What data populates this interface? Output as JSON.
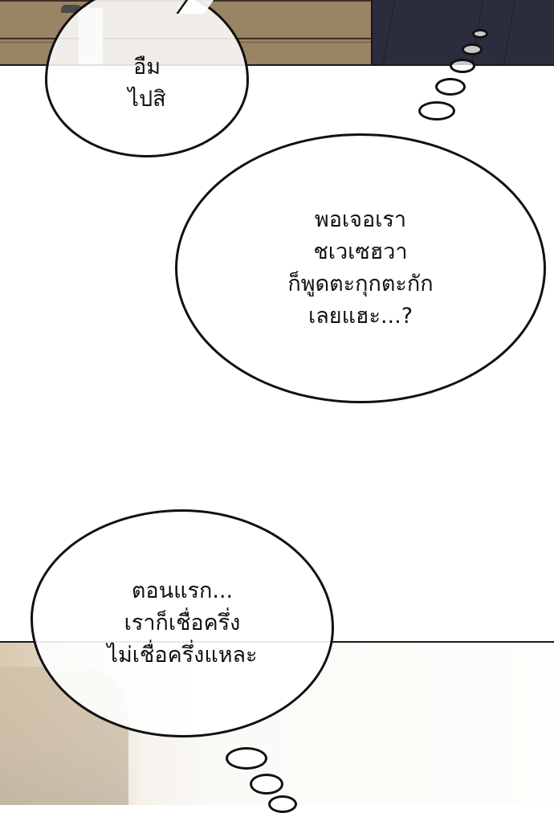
{
  "comic": {
    "panels": [
      {
        "id": "top",
        "description": "shelf and dark coat background"
      },
      {
        "id": "bottom",
        "description": "beige blurred figure background"
      }
    ],
    "bubbles": [
      {
        "id": "bubble-1",
        "type": "speech",
        "lines": [
          "อืม",
          "ไปสิ"
        ]
      },
      {
        "id": "bubble-2",
        "type": "thought",
        "lines": [
          "พอเจอเรา",
          "ชเวเซฮวา",
          "ก็พูดตะกุกตะกัก",
          "เลยแฮะ...?"
        ]
      },
      {
        "id": "bubble-3",
        "type": "thought",
        "lines": [
          "ตอนแรก...",
          "เราก็เชื่อครึ่ง",
          "ไม่เชื่อครึ่งแหละ"
        ]
      }
    ],
    "colors": {
      "shelf": "#9a8466",
      "coat": "#2c2d3c",
      "outline": "#111111",
      "bottom_bg": "#d9c9b1"
    }
  }
}
